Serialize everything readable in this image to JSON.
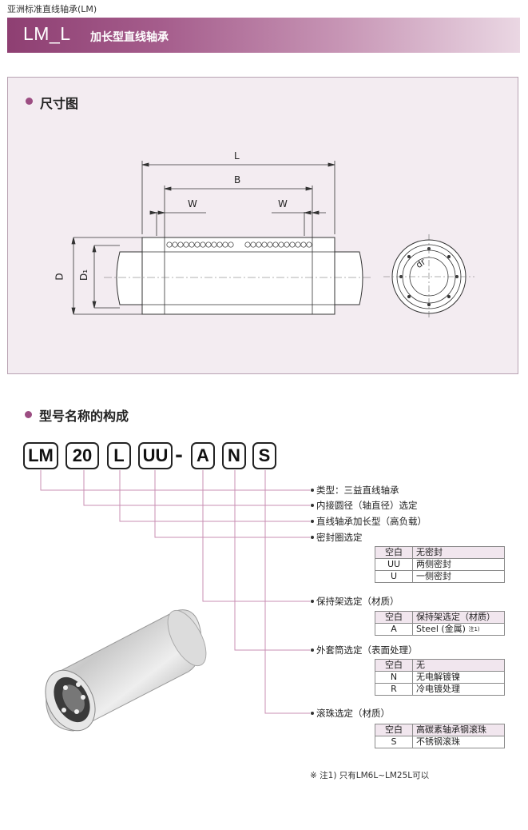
{
  "top_label": "亚洲标准直线轴承(LM)",
  "banner": {
    "model": "LM_L",
    "title": "加长型直线轴承"
  },
  "dimension_section": {
    "title": "尺寸图",
    "labels": {
      "L": "L",
      "B": "B",
      "W1": "W",
      "W2": "W",
      "D": "D",
      "D1": "D₁",
      "dr": "dr"
    }
  },
  "model_section": {
    "title": "型号名称的构成",
    "code_parts": [
      "LM",
      "20",
      "L",
      "UU",
      "A",
      "N",
      "S"
    ],
    "dash": "-"
  },
  "options": [
    {
      "label": "类型：三益直线轴承"
    },
    {
      "label": "内接圆径（轴直径）选定"
    },
    {
      "label": "直线轴承加长型（高负载）"
    },
    {
      "label": "密封圈选定",
      "rows": [
        {
          "code": "空白",
          "desc": "无密封"
        },
        {
          "code": "UU",
          "desc": "两侧密封"
        },
        {
          "code": "U",
          "desc": "一侧密封"
        }
      ]
    },
    {
      "label": "保持架选定（材质）",
      "rows": [
        {
          "code": "空白",
          "desc": "保持架选定（材质）"
        },
        {
          "code": "A",
          "desc": "Steel (金属)",
          "note": "注1)"
        }
      ]
    },
    {
      "label": "外套筒选定（表面处理）",
      "rows": [
        {
          "code": "空白",
          "desc": "无"
        },
        {
          "code": "N",
          "desc": "无电解镀镍"
        },
        {
          "code": "R",
          "desc": "冷电镀处理"
        }
      ]
    },
    {
      "label": "滚珠选定（材质）",
      "rows": [
        {
          "code": "空白",
          "desc": "高碳素轴承钢滚珠"
        },
        {
          "code": "S",
          "desc": "不锈钢滚珠"
        }
      ]
    }
  ],
  "footnote": "※ 注1) 只有LM6L~LM25L可以",
  "colors": {
    "accent": "#9c4d82",
    "banner_start": "#8e3f72",
    "panel_bg": "#f3ecf1",
    "leader_line": "#c98fb3"
  }
}
